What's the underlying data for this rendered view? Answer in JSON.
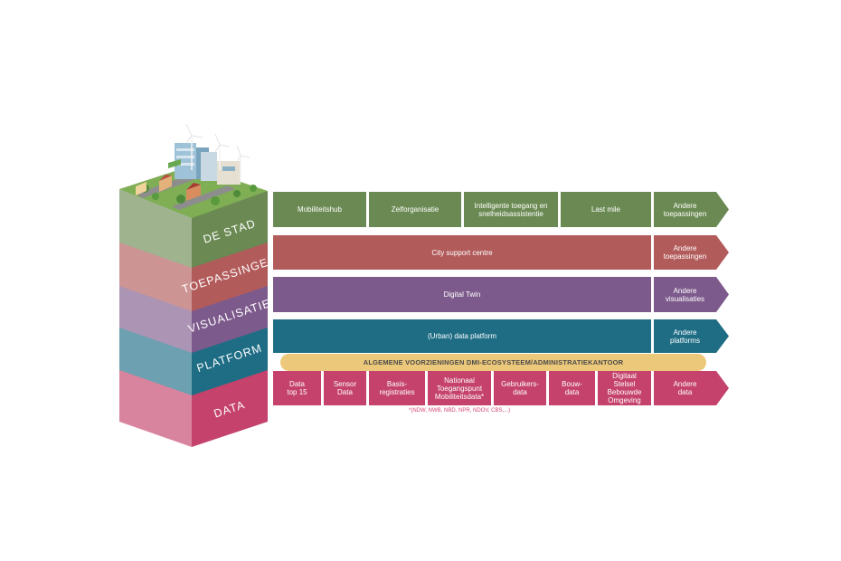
{
  "colors": {
    "stad": "#6b8a53",
    "toepassingen": "#b25b5b",
    "visualisatie": "#7d5a8c",
    "platform": "#1e6d85",
    "data": "#c4426c",
    "general_bar": "#ecc87a"
  },
  "layers": [
    {
      "key": "stad",
      "label": "DE STAD"
    },
    {
      "key": "toepassingen",
      "label": "TOEPASSINGEN"
    },
    {
      "key": "visualisatie",
      "label": "VISUALISATIE"
    },
    {
      "key": "platform",
      "label": "PLATFORM"
    },
    {
      "key": "data",
      "label": "DATA"
    }
  ],
  "rows": {
    "stad": {
      "cells": [
        "Mobiliteitshub",
        "Zelforganisatie",
        "Intelligente toegang en\nsnelheidsassistentie",
        "Last mile"
      ],
      "arrow": "Andere\ntoepassingen"
    },
    "toepassingen": {
      "cells": [
        "City support centre"
      ],
      "arrow": "Andere\ntoepassingen"
    },
    "visualisatie": {
      "cells": [
        "Digital Twin"
      ],
      "arrow": "Andere\nvisualisaties"
    },
    "platform": {
      "cells": [
        "(Urban) data platform"
      ],
      "arrow": "Andere\nplatforms"
    },
    "data": {
      "cells": [
        "Data\ntop 15",
        "Sensor\nData",
        "Basis-\nregistraties",
        "Nationaal\nToegangspunt\nMobiliteitsdata*",
        "Gebruikers-\ndata",
        "Bouw-\ndata",
        "Digitaal\nStelsel\nBebouwde\nOmgeving"
      ],
      "arrow": "Andere\ndata"
    }
  },
  "general_bar": "ALGEMENE VOORZIENINGEN DMI-ECOSYSTEEM/ADMINISTRATIEKANTOOR",
  "footnote": "*(NDW, NWB, NBD, NPR, NDOV, CBS,...)"
}
